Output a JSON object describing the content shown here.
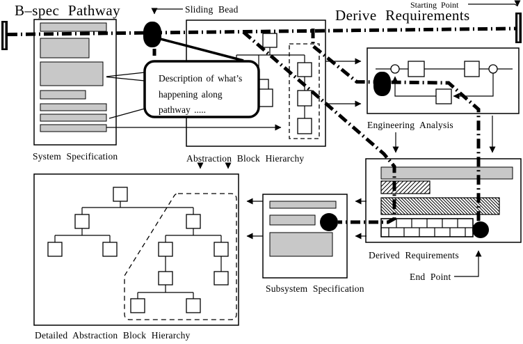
{
  "titles": {
    "bspec": "B–spec Pathway",
    "derive": "Derive Requirements"
  },
  "pointers": {
    "sliding_bead": "Sliding Bead",
    "starting_point": "Starting Point",
    "end_point": "End Point"
  },
  "callout": {
    "line1": "Description of what’s",
    "line2": "happening along",
    "line3": "pathway ....."
  },
  "box_labels": {
    "system_specification": "System Specification",
    "abstraction_block_hierarchy": "Abstraction Block Hierarchy",
    "engineering_analysis": "Engineering Analysis",
    "derived_requirements": "Derived Requirements",
    "subsystem_specification": "Subsystem Specification",
    "detailed_abstraction_block_hierarchy": "Detailed Abstraction Block Hierarchy"
  },
  "colors": {
    "ink": "#000000",
    "bar_gray": "#c8c8c8",
    "background": "#ffffff"
  }
}
